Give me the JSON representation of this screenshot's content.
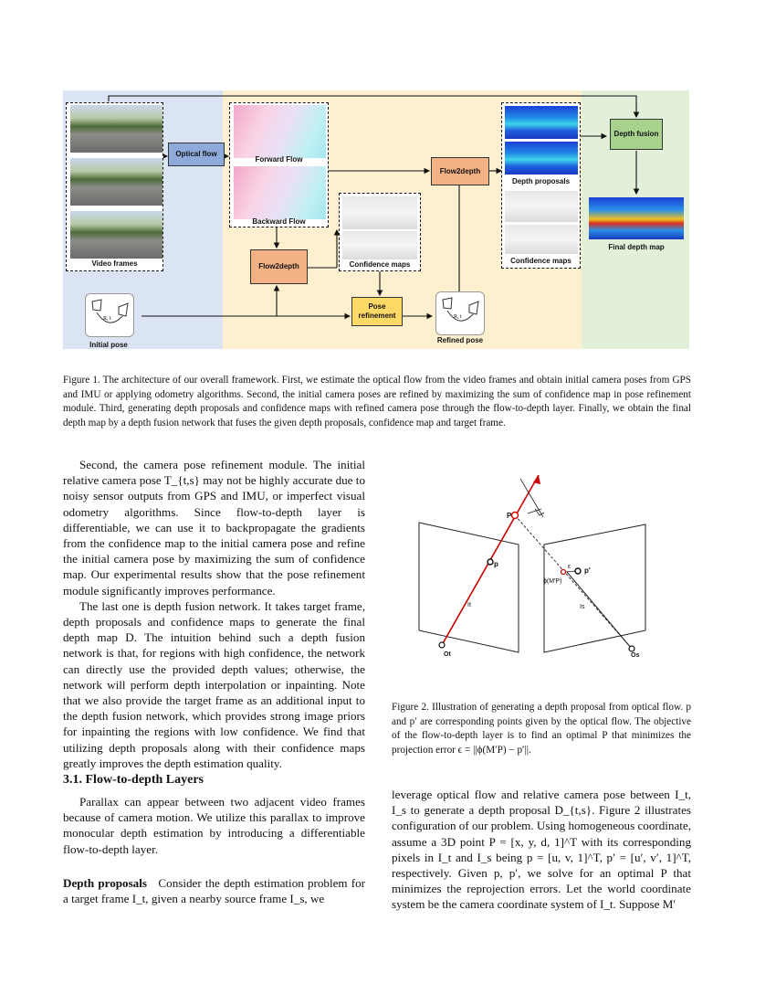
{
  "figure1": {
    "labels": {
      "video_frames": "Video frames",
      "optical_flow": "Optical flow",
      "forward_flow": "Forward Flow",
      "backward_flow": "Backward Flow",
      "flow2depth_a": "Flow2depth",
      "flow2depth_b": "Flow2depth",
      "confidence_maps_a": "Confidence maps",
      "confidence_maps_b": "Confidence maps",
      "depth_proposals": "Depth proposals",
      "depth_fusion": "Depth fusion",
      "final_depth_map": "Final depth map",
      "pose_refinement": "Pose refinement",
      "initial_pose": "Initial pose",
      "refined_pose": "Refined pose",
      "rt": "R, t"
    },
    "caption": "Figure 1. The architecture of our overall framework. First, we estimate the optical flow from the video frames and obtain initial camera poses from GPS and IMU or applying odometry algorithms. Second, the initial camera poses are refined by maximizing the sum of confidence map in pose refinement module. Third, generating depth proposals and confidence maps with refined camera pose through the flow-to-depth layer. Finally, we obtain the final depth map by a depth fusion network that fuses the given depth proposals, confidence map and target frame."
  },
  "left_column": {
    "para1": "Second, the camera pose refinement module. The initial relative camera pose T_{t,s} may not be highly accurate due to noisy sensor outputs from GPS and IMU, or imperfect visual odometry algorithms. Since flow-to-depth layer is differentiable, we can use it to backpropagate the gradients from the confidence map to the initial camera pose and refine the initial camera pose by maximizing the sum of confidence map. Our experimental results show that the pose refinement module significantly improves performance.",
    "para2": "The last one is depth fusion network. It takes target frame, depth proposals and confidence maps to generate the final depth map D. The intuition behind such a depth fusion network is that, for regions with high confidence, the network can directly use the provided depth values; otherwise, the network will perform depth interpolation or inpainting. Note that we also provide the target frame as an additional input to the depth fusion network, which provides strong image priors for inpainting the regions with low confidence. We find that utilizing depth proposals along with their confidence maps greatly improves the depth estimation quality.",
    "section_heading": "3.1. Flow-to-depth Layers",
    "para3": "Parallax can appear between two adjacent video frames because of camera motion. We utilize this parallax to improve monocular depth estimation by introducing a differentiable flow-to-depth layer.",
    "depth_proposals_head": "Depth proposals",
    "para4": "Consider the depth estimation problem for a target frame I_t, given a nearby source frame I_s, we"
  },
  "figure2": {
    "labels": {
      "P": "P",
      "p": "p",
      "p_prime": "p′",
      "It": "It",
      "Is": "Is",
      "Ot": "Ot",
      "Os": "Os",
      "eps": "ε",
      "phi": "ϕ(M′P)"
    },
    "caption": "Figure 2. Illustration of generating a depth proposal from optical flow. p and p′ are corresponding points given by the optical flow. The objective of the flow-to-depth layer is to find an optimal P that minimizes the projection error ϵ = ||ϕ(M′P) − p′||."
  },
  "right_column": {
    "para1": "leverage optical flow and relative camera pose between I_t, I_s to generate a depth proposal D_{t,s}. Figure 2 illustrates configuration of our problem. Using homogeneous coordinate, assume a 3D point P = [x, y, d, 1]^T with its corresponding pixels in I_t and I_s being p = [u, v, 1]^T, p′ = [u′, v′, 1]^T, respectively. Given p, p′, we solve for an optimal P that minimizes the reprojection errors. Let the world coordinate system be the camera coordinate system of I_t. Suppose M′"
  },
  "colors": {
    "panel_blue": "#dbe4f3",
    "panel_yellow": "#fcf0cf",
    "panel_green": "#e3f0d9",
    "box_blue": "#8eaadb",
    "box_orange": "#f4b183",
    "box_gold": "#ffd966",
    "box_green": "#a9d18e",
    "reference_red": "#d00000"
  }
}
